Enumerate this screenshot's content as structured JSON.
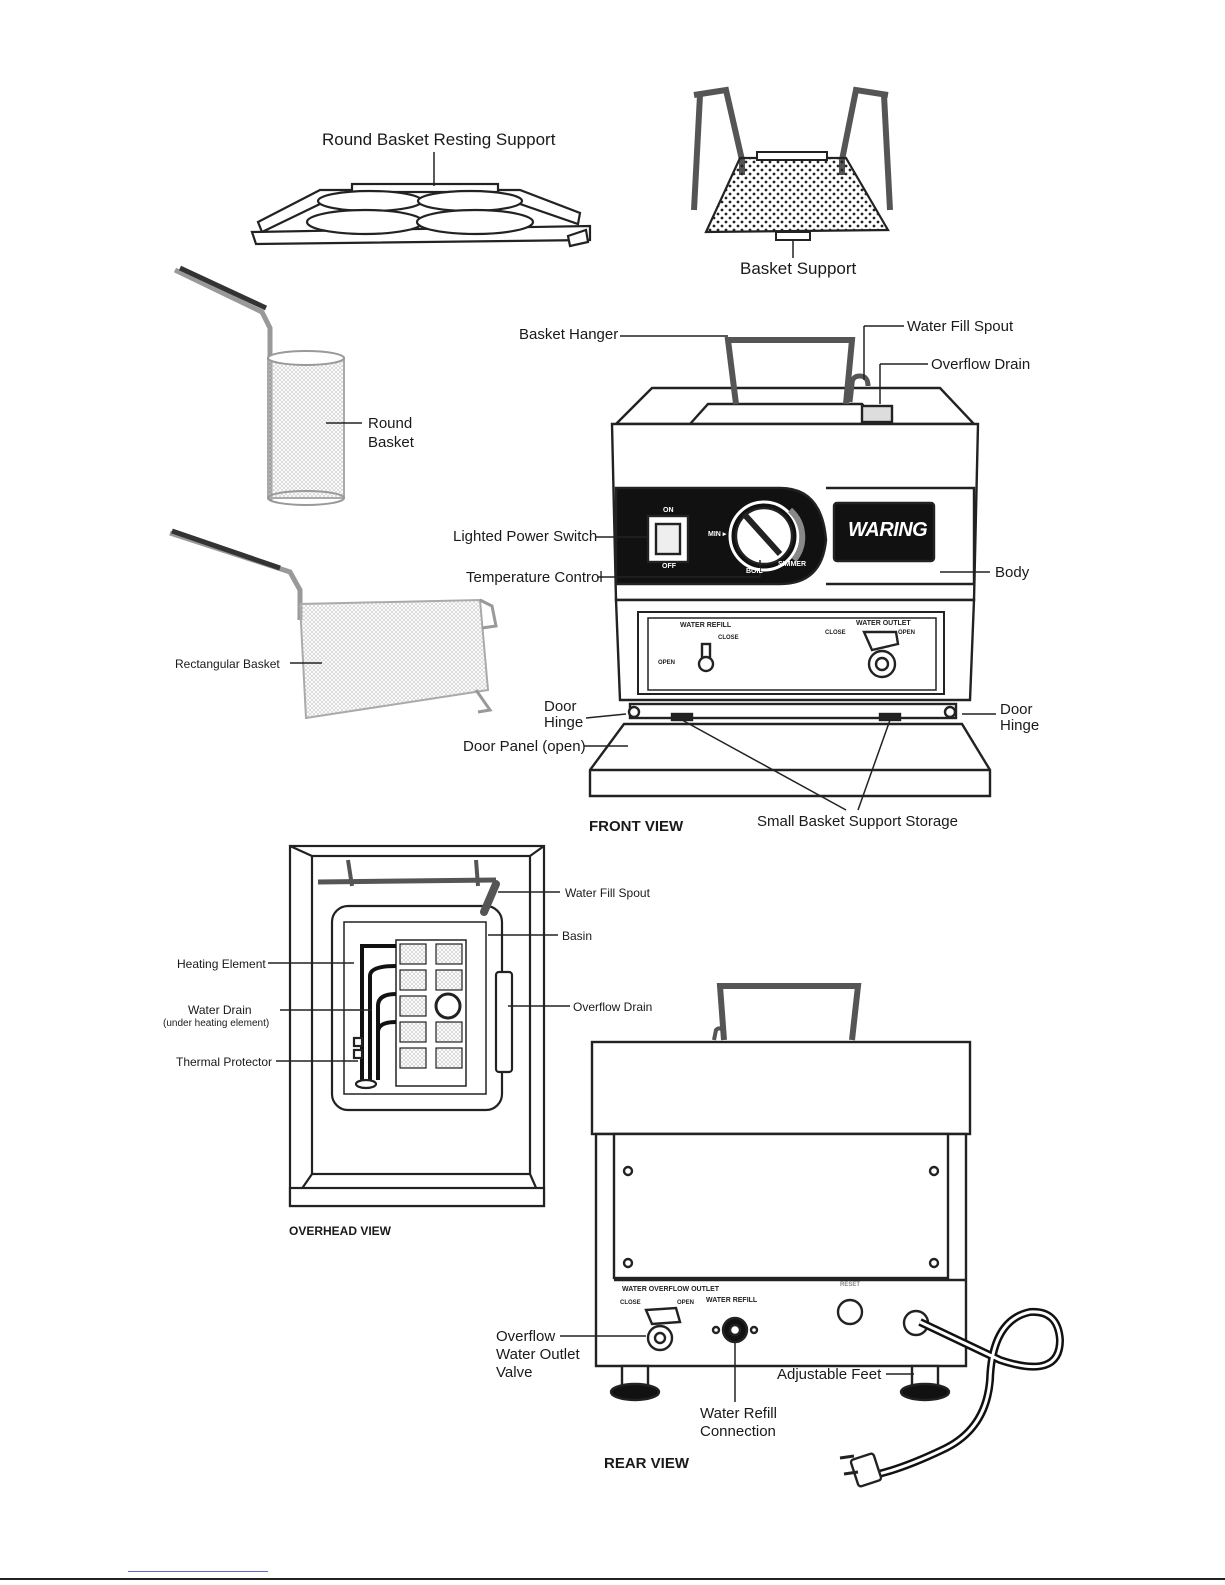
{
  "labels": {
    "round_basket_resting_support": "Round Basket Resting Support",
    "basket_support": "Basket Support",
    "basket_hanger": "Basket Hanger",
    "water_fill_spout": "Water Fill Spout",
    "overflow_drain": "Overflow Drain",
    "round_basket_1": "Round",
    "round_basket_2": "Basket",
    "rectangular_basket": "Rectangular Basket",
    "lighted_power_switch": "Lighted Power Switch",
    "temperature_control": "Temperature Control",
    "body": "Body",
    "door_hinge_left_1": "Door",
    "door_hinge_left_2": "Hinge",
    "door_hinge_right_1": "Door",
    "door_hinge_right_2": "Hinge",
    "door_panel_open": "Door Panel (open)",
    "small_basket_support_storage": "Small Basket Support Storage",
    "ov_water_fill_spout": "Water Fill Spout",
    "ov_basin": "Basin",
    "ov_overflow_drain": "Overflow Drain",
    "ov_heating_element": "Heating Element",
    "ov_water_drain": "Water Drain",
    "ov_water_drain_note": "(under heating element)",
    "ov_thermal_protector": "Thermal Protector",
    "overflow_valve_1": "Overflow",
    "overflow_valve_2": "Water Outlet",
    "overflow_valve_3": "Valve",
    "adjustable_feet": "Adjustable Feet",
    "water_refill_conn_1": "Water Refill",
    "water_refill_conn_2": "Connection"
  },
  "titles": {
    "front_view": "FRONT VIEW",
    "overhead_view": "OVERHEAD VIEW",
    "rear_view": "REAR VIEW"
  },
  "panel": {
    "on": "ON",
    "off": "OFF",
    "min": "MIN ▸",
    "boil": "BOIL",
    "simmer": "SIMMER",
    "brand": "WARING",
    "water_refill": "WATER REFILL",
    "close": "CLOSE",
    "open": "OPEN",
    "water_outlet": "WATER OUTLET",
    "close2": "CLOSE",
    "open2": "OPEN"
  },
  "rear_panel": {
    "water_overflow_outlet": "WATER OVERFLOW OUTLET",
    "close": "CLOSE",
    "open": "OPEN",
    "water_refill": "WATER REFILL",
    "reset": "RESET"
  }
}
